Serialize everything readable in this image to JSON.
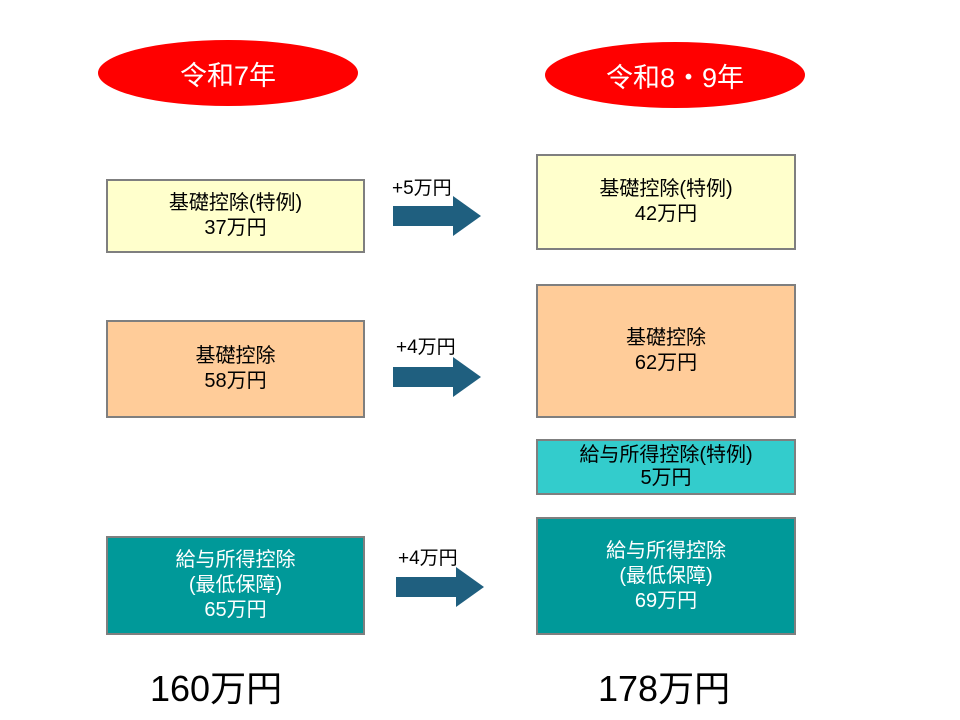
{
  "left": {
    "title": "令和7年",
    "boxes": [
      {
        "name": "基礎控除(特例)",
        "amount": "37万円"
      },
      {
        "name": "基礎控除",
        "amount": "58万円"
      },
      {
        "name": "給与所得控除",
        "sub": "(最低保障)",
        "amount": "65万円"
      }
    ],
    "total": "160万円"
  },
  "right": {
    "title": "令和8・9年",
    "boxes": [
      {
        "name": "基礎控除(特例)",
        "amount": "42万円"
      },
      {
        "name": "基礎控除",
        "amount": "62万円"
      },
      {
        "name": "給与所得控除(特例)",
        "amount": "5万円"
      },
      {
        "name": "給与所得控除",
        "sub": "(最低保障)",
        "amount": "69万円"
      }
    ],
    "total": "178万円"
  },
  "increases": [
    "+5万円",
    "+4万円",
    "+4万円"
  ],
  "colors": {
    "header": "#ff0000",
    "arrow": "#1f5f7f"
  }
}
